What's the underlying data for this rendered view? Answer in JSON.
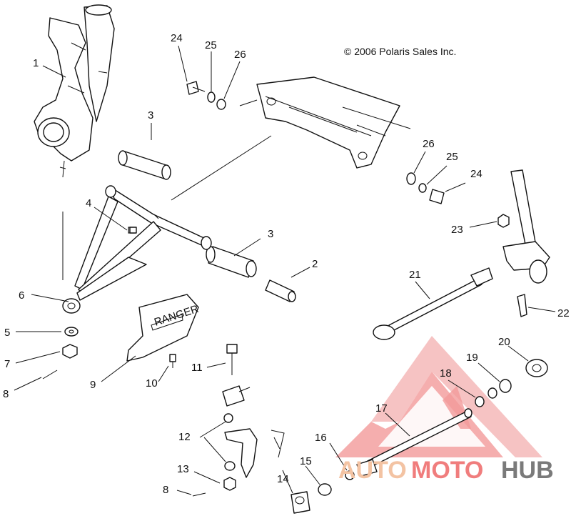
{
  "copyright": "© 2006 Polaris Sales Inc.",
  "callouts": {
    "c1": "1",
    "c2": "2",
    "c3a": "3",
    "c3b": "3",
    "c4": "4",
    "c5": "5",
    "c6": "6",
    "c7": "7",
    "c8a": "8",
    "c8b": "8",
    "c9": "9",
    "c10": "10",
    "c11": "11",
    "c12": "12",
    "c13": "13",
    "c14": "14",
    "c15": "15",
    "c16": "16",
    "c17": "17",
    "c18": "18",
    "c19": "19",
    "c20": "20",
    "c21": "21",
    "c22": "22",
    "c23": "23",
    "c24a": "24",
    "c24b": "24",
    "c25a": "25",
    "c25b": "25",
    "c26a": "26",
    "c26b": "26"
  },
  "watermark": {
    "part1": "AUTO",
    "part2": "MOTO",
    "part3": "HUB",
    "colors": {
      "auto": "#f3c3a3",
      "moto": "#f07d7d",
      "hub": "#7a7a7a"
    }
  }
}
